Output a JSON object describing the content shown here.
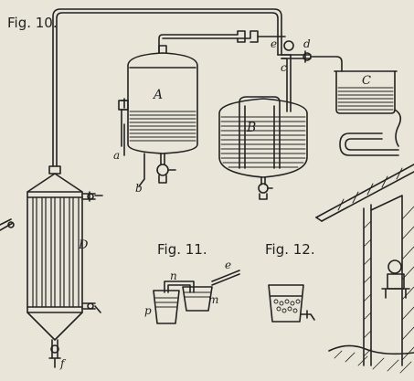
{
  "figures": {
    "fig10": "Fig. 10.",
    "fig11": "Fig. 11.",
    "fig12": "Fig. 12."
  },
  "letters": {
    "A": "A",
    "B": "B",
    "C": "C",
    "D": "D",
    "a": "a",
    "b": "b",
    "c": "c",
    "d": "d",
    "e": "e",
    "e2": "e",
    "f": "f",
    "m": "m",
    "n": "n",
    "p": "p"
  },
  "colors": {
    "paper": "#e9e5d9",
    "ink": "#222222"
  }
}
